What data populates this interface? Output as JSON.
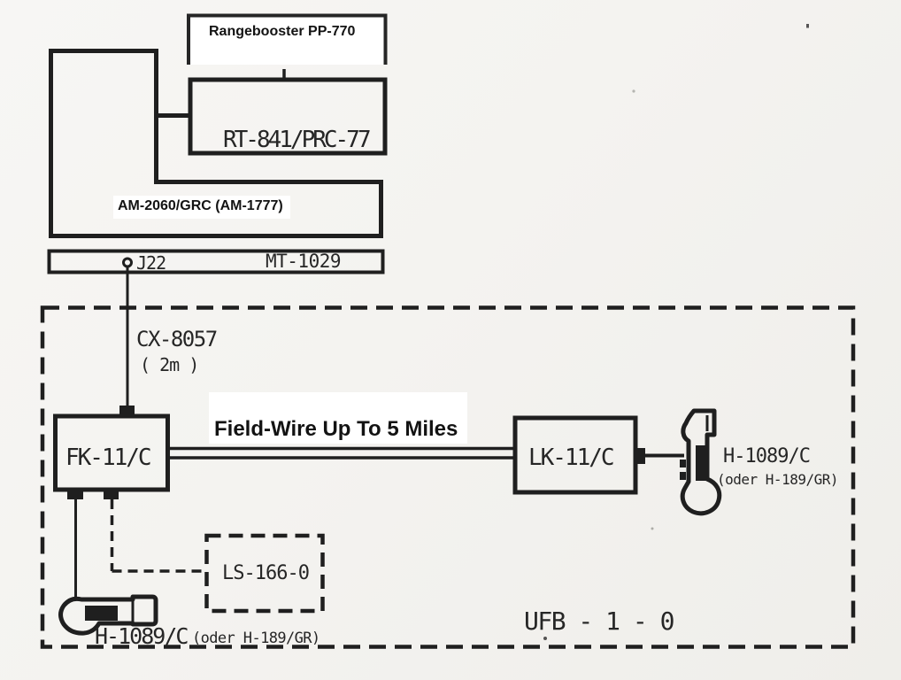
{
  "colors": {
    "ink": "#1f1f1f",
    "paper": "#f4f3f0",
    "label_bg": "#ffffff"
  },
  "diagram": {
    "radio_stack": {
      "booster_label": "Rangebooster PP-770",
      "receiver_transmitter": "RT-841/PRC-77",
      "amplifier_label": "AM-2060/GRC (AM-1777)",
      "mount_label": "MT-1029",
      "jack_label": "J22",
      "antenna_cable_label": "CX-8057",
      "antenna_cable_length": "( 2m )"
    },
    "field_network": {
      "left_terminal_label": "FK-11/C",
      "wire_label": "Field-Wire Up To 5 Miles",
      "right_terminal_label": "LK-11/C",
      "right_handset_label": "H-1089/C",
      "right_handset_alt_label": "(oder H-189/GR)",
      "speaker_label": "LS-166-0",
      "bottom_handset_label": "H-1089/C",
      "bottom_handset_alt_label": "(oder H-189/GR)",
      "network_label": "UFB - 1 - 0"
    }
  }
}
